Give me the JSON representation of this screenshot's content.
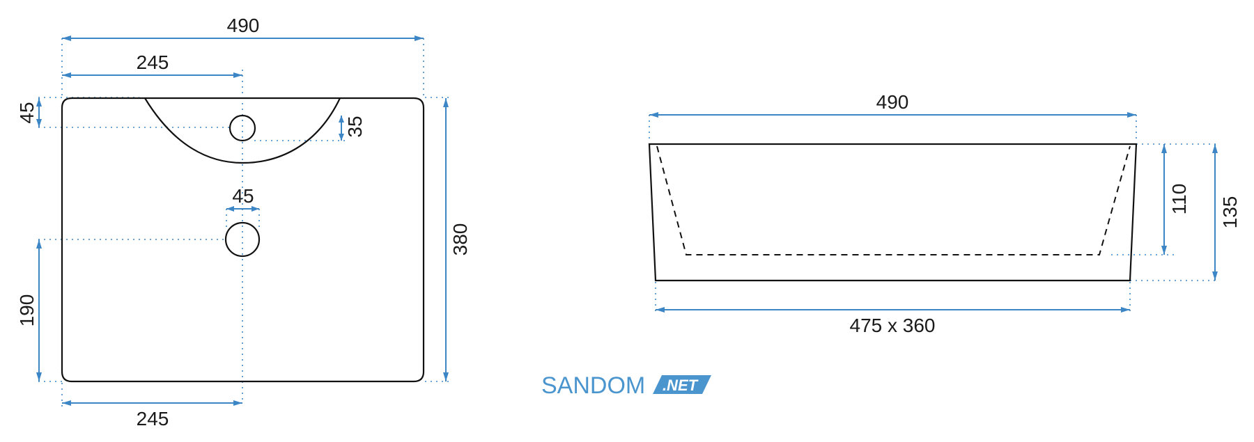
{
  "colors": {
    "dimension": "#3d86c6",
    "outline": "#111111",
    "brand": "#4b95cf"
  },
  "top_view": {
    "overall_width": "490",
    "tap_offset_top": "245",
    "tap_offset_bottom": "245",
    "overflow_from_top": "45",
    "overflow_height": "35",
    "drain_diameter": "45",
    "drain_height": "190",
    "overall_depth": "380"
  },
  "side_view": {
    "top_width": "490",
    "bottom_size": "475 x 360",
    "bowl_depth": "110",
    "overall_height": "135"
  },
  "brand": {
    "name": "SANDOM",
    "suffix": ".NET"
  }
}
